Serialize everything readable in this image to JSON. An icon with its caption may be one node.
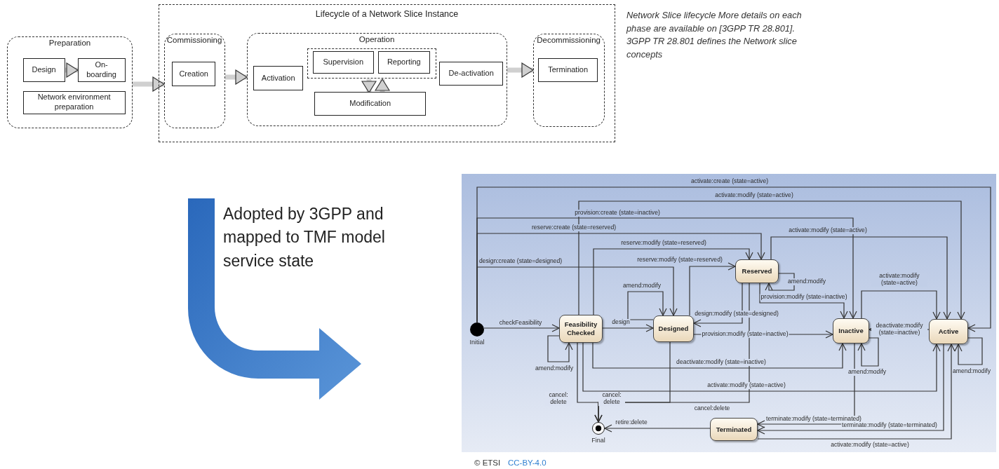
{
  "diagram": {
    "nodes": [
      {
        "text": [
          "Lifecycle of a Network Slice Instance"
        ]
      },
      {
        "text": [
          "Preparation"
        ]
      },
      {
        "text": [
          "Design"
        ],
        "in": 1
      },
      {
        "text": [
          "On-boarding"
        ],
        "in": 1
      },
      {
        "text": [
          "Network environment preparation"
        ],
        "in": 1
      },
      {
        "text": [
          "Commissioning"
        ],
        "in": 0
      },
      {
        "text": [
          "Creation"
        ],
        "in": 5
      },
      {
        "text": [
          "Operation"
        ],
        "in": 0
      },
      {
        "text": [
          "Activation"
        ],
        "in": 7
      },
      {
        "text": [],
        "shape": "box",
        "in": 7
      },
      {
        "text": [
          "Supervision"
        ],
        "in": 9
      },
      {
        "text": [
          "Reporting"
        ],
        "in": 9
      },
      {
        "text": [
          "Modification"
        ],
        "in": 7
      },
      {
        "text": [
          "De-activation"
        ],
        "in": 7
      },
      {
        "text": [
          "Decommissioning"
        ],
        "in": 0
      },
      {
        "text": [
          "Termination"
        ],
        "in": 14
      },
      {
        "text": [],
        "shape": "circle",
        "beside": [
          "Initial"
        ]
      },
      {
        "text": [
          "Feasibility Checked"
        ]
      },
      {
        "text": [
          "Designed"
        ]
      },
      {
        "text": [
          "Reserved"
        ]
      },
      {
        "text": [
          "Inactive"
        ]
      },
      {
        "text": [
          "Active"
        ]
      },
      {
        "text": [
          "Terminated"
        ]
      },
      {
        "text": [],
        "shape": "circle",
        "beside": [
          "Final"
        ]
      }
    ],
    "edges": [
      {
        "from": 2,
        "to": 3,
        "arrow": "to",
        "style": "thick",
        "color": "#d0d0d0"
      },
      {
        "from": 1,
        "to": 5,
        "arrow": "to",
        "style": "thick",
        "color": "#d0d0d0"
      },
      {
        "from": 5,
        "to": 7,
        "arrow": "to",
        "style": "thick",
        "color": "#d0d0d0"
      },
      {
        "from": 7,
        "to": 14,
        "arrow": "to",
        "style": "thick",
        "color": "#d0d0d0"
      },
      {
        "from": 9,
        "to": 12,
        "arrow": "to",
        "style": "thick",
        "color": "#d0d0d0"
      },
      {
        "from": 12,
        "to": 9,
        "arrow": "to",
        "style": "thick",
        "color": "#d0d0d0"
      },
      {
        "from": 16,
        "to": 17,
        "arrow": "to",
        "label": "checkFeasibility"
      },
      {
        "from": 17,
        "to": 17,
        "arrow": "to",
        "label": "amend:modify"
      },
      {
        "from": 17,
        "to": 18,
        "arrow": "to",
        "label": "design"
      },
      {
        "from": 18,
        "to": 18,
        "arrow": "to",
        "label": "amend:modify"
      },
      {
        "from": 16,
        "to": 18,
        "arrow": "to",
        "label": "design:create (state=designed)"
      },
      {
        "from": 16,
        "to": 19,
        "arrow": "to",
        "label": "reserve:create (state=reserved)"
      },
      {
        "from": 16,
        "to": 20,
        "arrow": "to",
        "label": "provision:create (state=inactive)"
      },
      {
        "from": 16,
        "to": 21,
        "arrow": "to",
        "label": "activate:create (state=active)"
      },
      {
        "from": 17,
        "to": 21,
        "arrow": "to",
        "label": "activate:modify (state=active)"
      },
      {
        "from": 17,
        "to": 19,
        "arrow": "to",
        "label": "reserve:modify (state=reserved)"
      },
      {
        "from": 18,
        "to": 19,
        "arrow": "to",
        "label": "reserve:modify (state=reserved)"
      },
      {
        "from": 19,
        "to": 18,
        "arrow": "to",
        "label": "design:modify (state=designed)"
      },
      {
        "from": 19,
        "to": 20,
        "arrow": "to",
        "label": "provision:modify (state=inactive)"
      },
      {
        "from": 19,
        "to": 19,
        "arrow": "to",
        "label": "amend:modify"
      },
      {
        "from": 19,
        "to": 21,
        "arrow": "to",
        "label": "activate:modify (state=active)"
      },
      {
        "from": 18,
        "to": 20,
        "arrow": "to",
        "label": "provision:modify (state=inactive)"
      },
      {
        "from": 17,
        "to": 20,
        "arrow": "to",
        "label": "deactivate:modify (state=inactive)"
      },
      {
        "from": 17,
        "to": 21,
        "arrow": "to",
        "label": "activate:modify (state=active)"
      },
      {
        "from": 17,
        "to": 23,
        "arrow": "to",
        "label": "cancel: delete"
      },
      {
        "from": 18,
        "to": 23,
        "arrow": "to",
        "label": "cancel: delete"
      },
      {
        "from": 19,
        "to": 23,
        "arrow": "to",
        "label": "cancel:delete"
      },
      {
        "from": 21,
        "to": 20,
        "arrow": "to",
        "label": "deactivate:modify (state=inactive)"
      },
      {
        "from": 20,
        "to": 21,
        "arrow": "to",
        "label": "activate:modify (state=active)"
      },
      {
        "from": 20,
        "to": 20,
        "arrow": "to",
        "label": "amend:modify"
      },
      {
        "from": 21,
        "to": 21,
        "arrow": "to",
        "label": "amend:modify"
      },
      {
        "from": 20,
        "to": 22,
        "arrow": "to",
        "label": "terminate:modify (state=terminated)"
      },
      {
        "from": 21,
        "to": 22,
        "arrow": "to",
        "label": "terminate:modify (state=terminated)"
      },
      {
        "from": 22,
        "to": 21,
        "arrow": "to",
        "label": "activate:modify (state=active)"
      },
      {
        "from": 22,
        "to": 23,
        "arrow": "to",
        "label": "retire:delete"
      }
    ],
    "labels": [
      "Network Slice lifecycle More details on each phase are available on [3GPP TR 28.801]. 3GPP TR 28.801 defines the Network slice concepts",
      "Adopted by 3GPP and mapped to TMF model service state",
      "© ETSI",
      "CC-BY-4.0"
    ]
  }
}
